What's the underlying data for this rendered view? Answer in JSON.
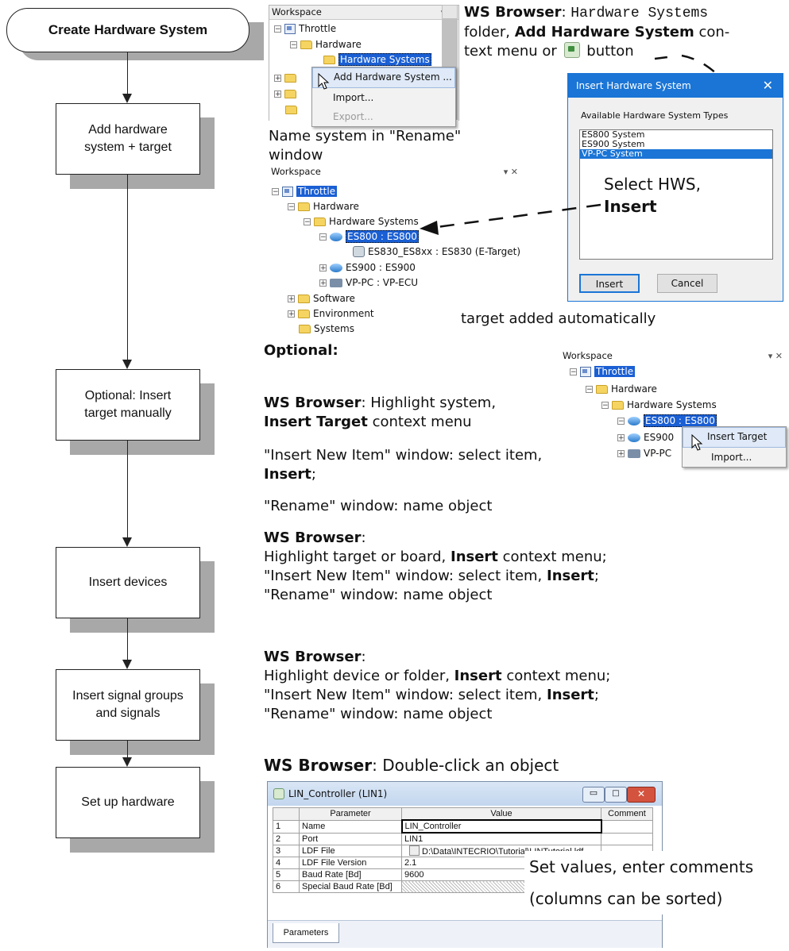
{
  "flow": {
    "start": "Create Hardware System",
    "step1": "Add hardware system + target",
    "step2": "Optional: Insert target manually",
    "step3": "Insert devices",
    "step4": "Insert signal groups and signals",
    "step5": "Set up hardware"
  },
  "ws1": {
    "title": "Workspace",
    "root": "Throttle",
    "hardware": "Hardware",
    "hws": "Hardware Systems",
    "menu": [
      "Add Hardware System ...",
      "Import...",
      "Export..."
    ]
  },
  "notes": {
    "n1_bold": "WS Browser",
    "n1_mono": "Hardware Systems",
    "n1_a": "folder, ",
    "n1_b": "Add Hardware System",
    "n1_c": " con-",
    "n1_d": "text menu or",
    "n1_e": "button",
    "rename": "Name system in \"Rename\" window",
    "select_hws": "Select HWS,",
    "insert": "Insert",
    "target_auto": "target added automatically",
    "optional": "Optional:",
    "ws_browser": "WS Browser",
    "n2_a": ": Highlight system,",
    "n2_b": "Insert Target",
    "n2_c": " context menu",
    "n3": "\"Insert New Item\" window: select item, ",
    "n3_b": "Insert",
    "n3_c": ";",
    "n4": "\"Rename\" window: name object",
    "d_line1": "Highlight target or board, ",
    "d_line1b": "Insert",
    "d_line1c": " context menu;",
    "d_line2": "\"Insert New Item\" window: select item, ",
    "d_line2b": "Insert",
    "d_line2c": ";",
    "d_line3": "\"Rename\" window: name object",
    "s_line1": "Highlight device or folder, ",
    "s_line1b": "Insert",
    "s_line1c": " context menu;",
    "s_line2": "\"Insert New Item\" window: select item, ",
    "s_line2b": "Insert",
    "s_line2c": ";",
    "s_line3": "\"Rename\" window: name object",
    "dbl": ": Double-click an object",
    "set_values": "Set values, enter comments",
    "sorted": "(columns can be sorted)"
  },
  "ws2": {
    "title": "Workspace",
    "root": "Throttle",
    "hardware": "Hardware",
    "hws": "Hardware Systems",
    "es800": "ES800 : ES800",
    "es830": "ES830_ES8xx : ES830 (E-Target)",
    "es900": "ES900 : ES900",
    "vp": "VP-PC : VP-ECU",
    "software": "Software",
    "environment": "Environment",
    "systems": "Systems"
  },
  "dialog": {
    "title": "Insert Hardware System",
    "label": "Available Hardware System Types",
    "items": [
      "ES800 System",
      "ES900 System",
      "VP-PC System"
    ],
    "insert": "Insert",
    "cancel": "Cancel"
  },
  "ws3": {
    "title": "Workspace",
    "root": "Throttle",
    "hardware": "Hardware",
    "hws": "Hardware Systems",
    "es800": "ES800 : ES800",
    "es900": "ES900",
    "vp": "VP-PC",
    "menu": [
      "Insert Target",
      "Import..."
    ]
  },
  "table": {
    "title": "LIN_Controller (LIN1)",
    "headers": [
      "Parameter",
      "Value",
      "Comment"
    ],
    "rows": [
      [
        "1",
        "Name",
        "LIN_Controller"
      ],
      [
        "2",
        "Port",
        "LIN1"
      ],
      [
        "3",
        "LDF File",
        "D:\\Data\\INTECRIO\\Tutorial\\LINTutorial.ldf"
      ],
      [
        "4",
        "LDF File Version",
        "2.1"
      ],
      [
        "5",
        "Baud Rate [Bd]",
        "9600"
      ],
      [
        "6",
        "Special Baud Rate [Bd]",
        ""
      ]
    ],
    "tab": "Parameters"
  }
}
